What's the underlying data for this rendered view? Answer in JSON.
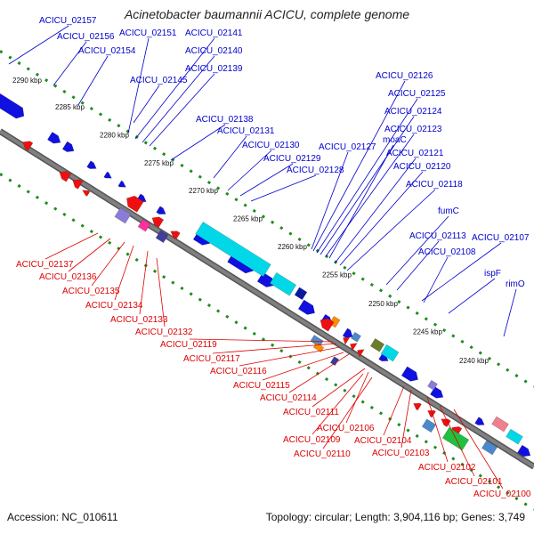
{
  "title": "Acinetobacter baumannii ACICU, complete genome",
  "footer": {
    "accession": "Accession: NC_010611",
    "summary": "Topology: circular; Length: 3,904,116 bp; Genes: 3,749"
  },
  "colors": {
    "top_label": "#0000cc",
    "bottom_label": "#dd0000",
    "backbone": "#808080",
    "tick": "#1e8c1e",
    "gene_blue": "#1010e0",
    "gene_red": "#ee1010",
    "gene_cyan": "#00d8e8"
  },
  "kbp_ticks": [
    "2290 kbp",
    "2285 kbp",
    "2280 kbp",
    "2275 kbp",
    "2270 kbp",
    "2265 kbp",
    "2260 kbp",
    "2255 kbp",
    "2250 kbp",
    "2245 kbp",
    "2240 kbp"
  ],
  "top_labels": [
    "ACICU_02157",
    "ACICU_02156",
    "ACICU_02154",
    "ACICU_02151",
    "ACICU_02141",
    "ACICU_02140",
    "ACICU_02139",
    "ACICU_02145",
    "ACICU_02138",
    "ACICU_02131",
    "ACICU_02130",
    "ACICU_02129",
    "ACICU_02128",
    "ACICU_02127",
    "ACICU_02126",
    "ACICU_02125",
    "ACICU_02124",
    "ACICU_02123",
    "moaC",
    "ACICU_02121",
    "ACICU_02120",
    "ACICU_02118",
    "fumC",
    "ACICU_02113",
    "ACICU_02107",
    "ACICU_02108",
    "ispF",
    "rimO"
  ],
  "bottom_labels": [
    "ACICU_02137",
    "ACICU_02136",
    "ACICU_02135",
    "ACICU_02134",
    "ACICU_02133",
    "ACICU_02132",
    "ACICU_02119",
    "ACICU_02117",
    "ACICU_02116",
    "ACICU_02115",
    "ACICU_02114",
    "ACICU_02111",
    "ACICU_02106",
    "ACICU_02109",
    "ACICU_02110",
    "ACICU_02104",
    "ACICU_02103",
    "ACICU_02102",
    "ACICU_02101",
    "ACICU_02100"
  ]
}
